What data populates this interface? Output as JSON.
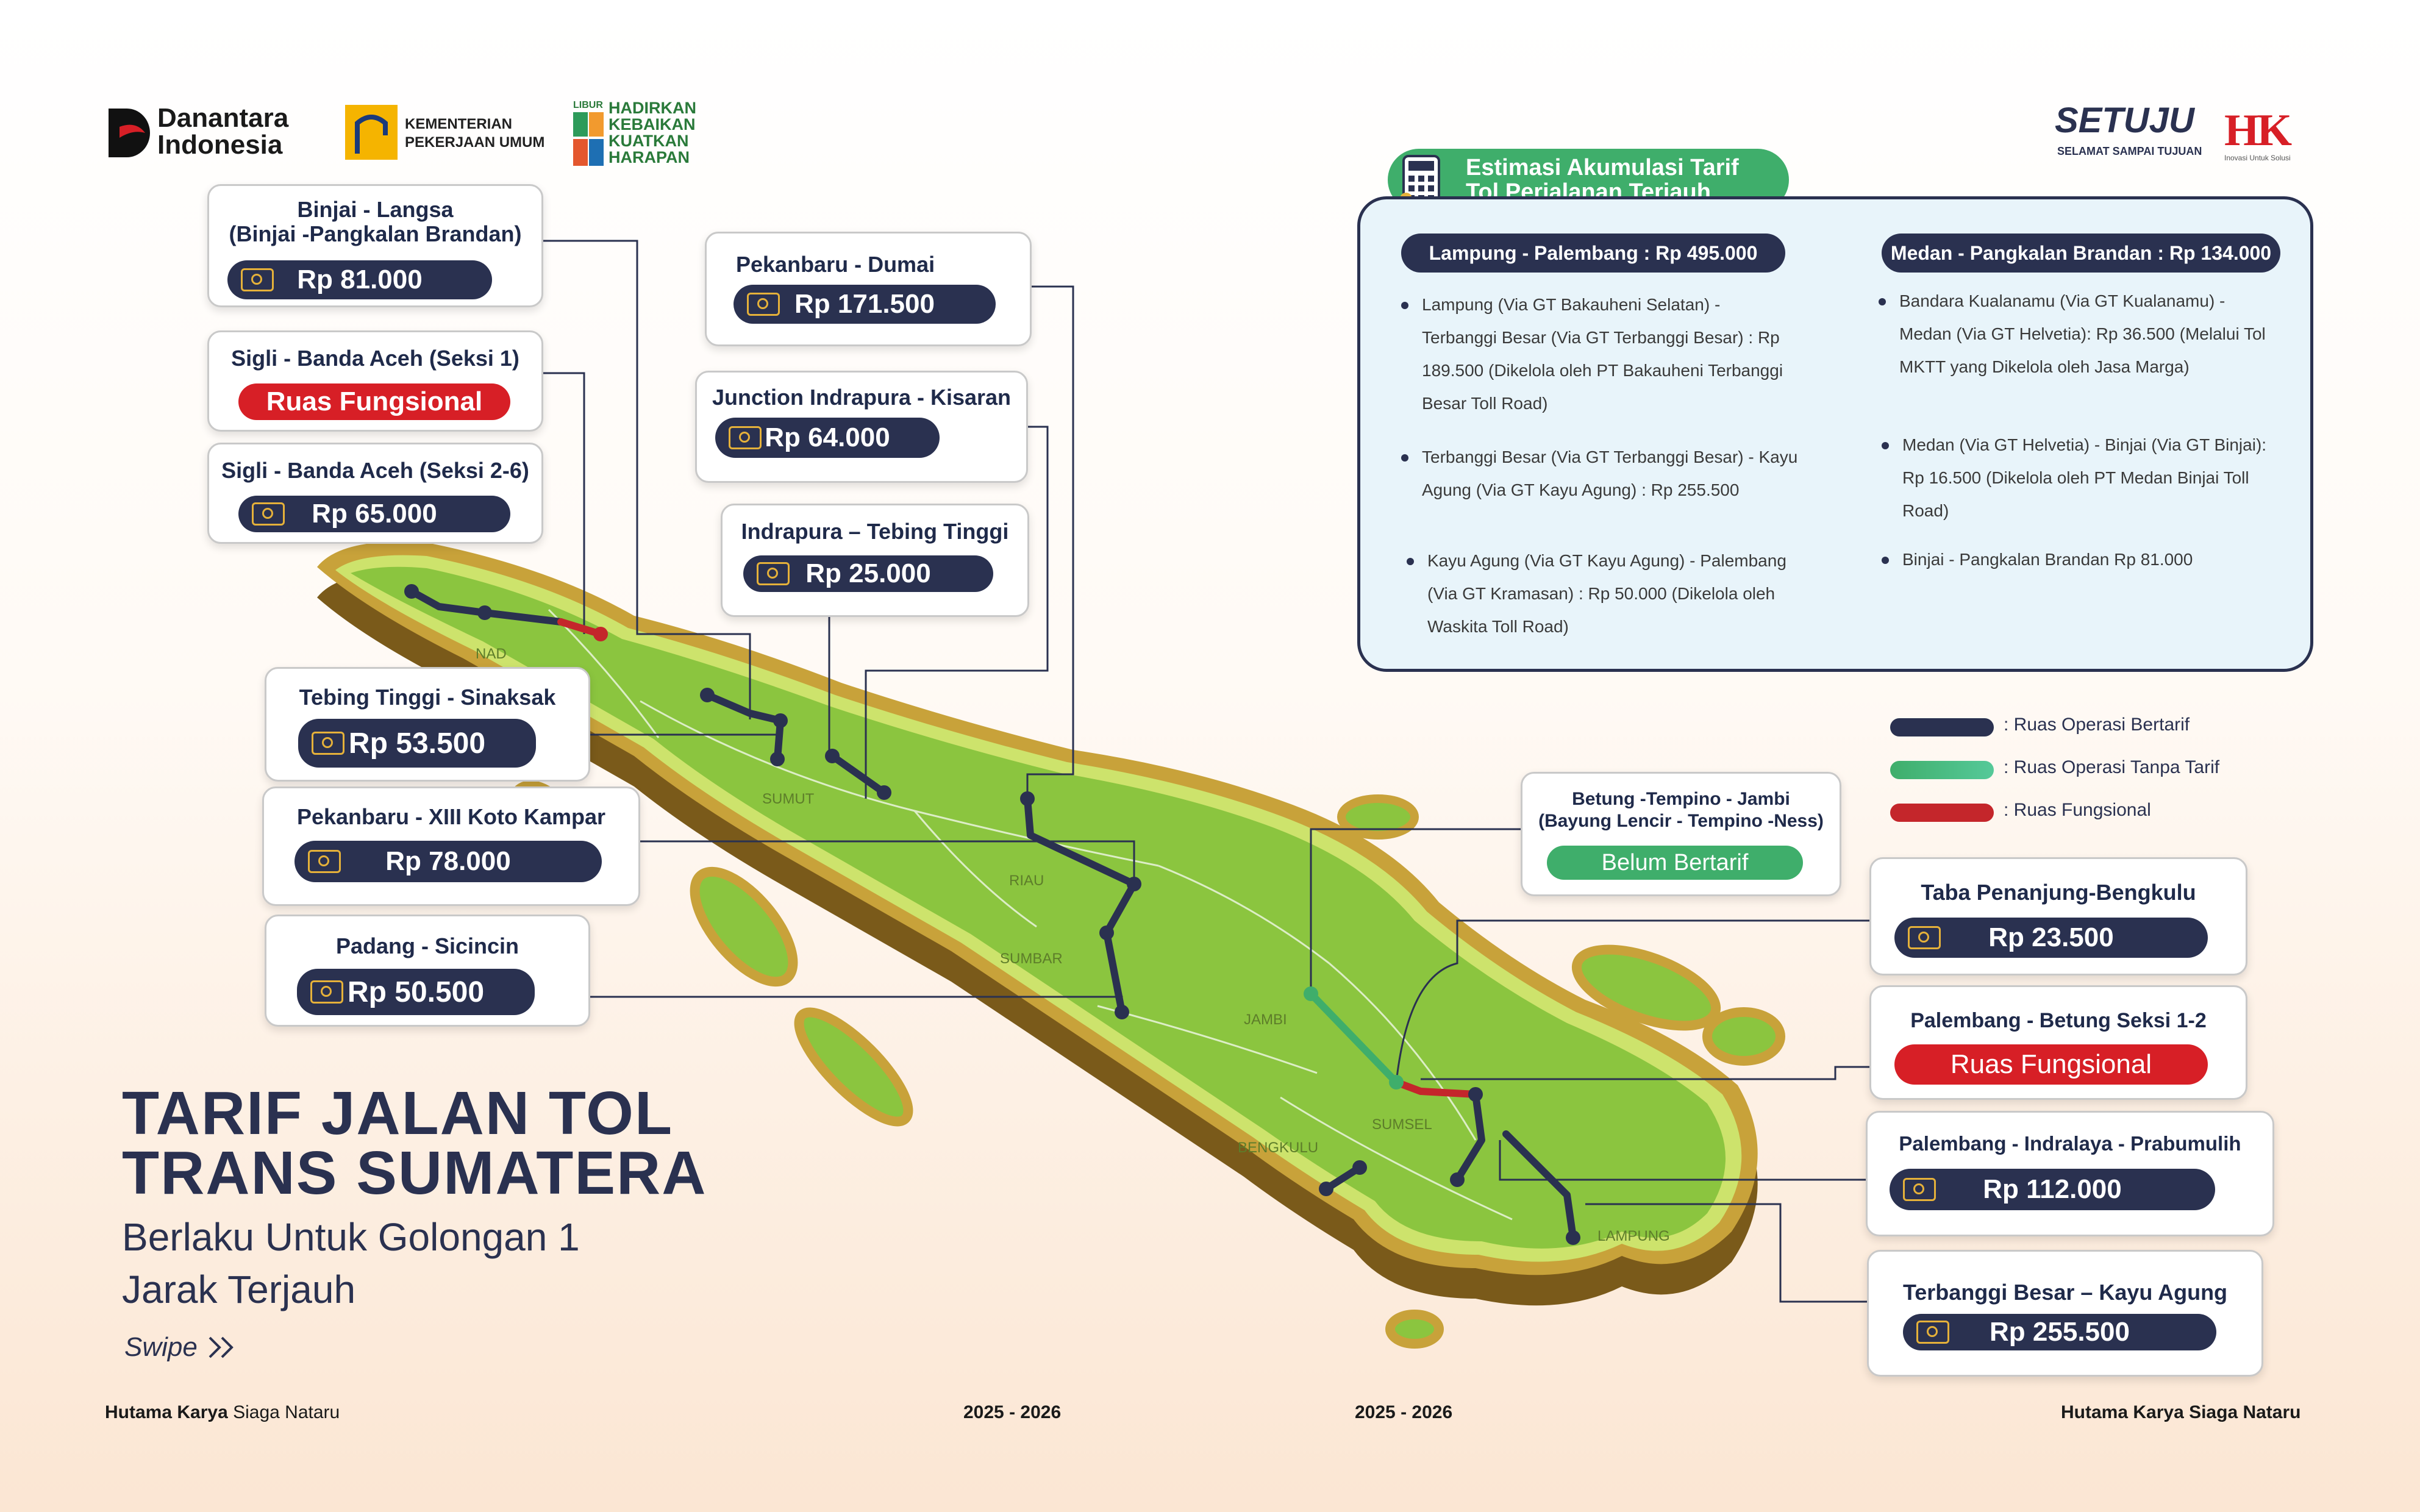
{
  "logos": {
    "danantara_line1": "Danantara",
    "danantara_line2": "Indonesia",
    "kementerian_line1": "KEMENTERIAN",
    "kementerian_line2": "PEKERJAAN UMUM",
    "libur": "LIBUR",
    "hadirkan": "HADIRKAN",
    "kebaikan": "KEBAIKAN",
    "kuatkan": "KUATKAN",
    "harapan": "HARAPAN",
    "setuju": "SETUJU",
    "setuju_tagline": "SELAMAT SAMPAI TUJUAN",
    "hk": "HK",
    "hk_tagline": "Inovasi Untuk Solusi"
  },
  "title": {
    "line1": "TARIF JALAN TOL",
    "line2": "TRANS SUMATERA",
    "sub1": "Berlaku Untuk Golongan 1",
    "sub2": "Jarak Terjauh",
    "swipe": "Swipe",
    "swipe_icon": "double-chevron-right"
  },
  "left_cards": [
    {
      "title": "Binjai -  Langsa",
      "title2": "(Binjai -Pangkalan Brandan)",
      "tariff": "Rp 81.000"
    },
    {
      "title": "Sigli - Banda Aceh (Seksi 1)",
      "tariff": "Ruas Fungsional"
    },
    {
      "title": "Sigli - Banda Aceh (Seksi 2-6)",
      "tariff": "Rp 65.000"
    },
    {
      "title": "Tebing Tinggi - Sinaksak",
      "tariff": "Rp 53.500"
    },
    {
      "title": "Pekanbaru - XIII Koto Kampar",
      "tariff": "Rp 78.000"
    },
    {
      "title": "Padang - Sicincin",
      "tariff": "Rp 50.500"
    }
  ],
  "center_cards": [
    {
      "title": "Pekanbaru - Dumai",
      "tariff": "Rp 171.500"
    },
    {
      "title": "Junction Indrapura - Kisaran",
      "tariff": "Rp 64.000"
    },
    {
      "title": "Indrapura – Tebing Tinggi",
      "tariff": "Rp 25.000"
    },
    {
      "title": "Betung -Tempino - Jambi",
      "title2": "(Bayung Lencir - Tempino -Ness)",
      "tariff": "Belum Bertarif"
    }
  ],
  "right_cards": [
    {
      "title": "Taba Penanjung-Bengkulu",
      "tariff": "Rp 23.500"
    },
    {
      "title": "Palembang - Betung Seksi 1-2",
      "tariff": "Ruas Fungsional"
    },
    {
      "title": "Palembang - Indralaya - Prabumulih",
      "tariff": "Rp 112.000"
    },
    {
      "title": "Terbanggi Besar – Kayu Agung",
      "tariff": "Rp 255.500"
    }
  ],
  "info": {
    "tab_title1": "Estimasi Akumulasi Tarif",
    "tab_title2": "Tol Perjalanan Terjauh",
    "tab_icon": "calculator-icon",
    "left_head": "Lampung - Palembang : Rp 495.000",
    "right_head": "Medan - Pangkalan Brandan : Rp 134.000",
    "left_items": [
      {
        "l1": "Lampung (Via GT Bakauheni Selatan) -",
        "l2": "Terbanggi Besar (Via GT Terbanggi Besar) : Rp",
        "l3": "189.500 (Dikelola oleh PT Bakauheni Terbanggi",
        "l4": "Besar Toll Road)"
      },
      {
        "l1": "Terbanggi Besar (Via GT Terbanggi Besar) - Kayu",
        "l2": "Agung (Via GT Kayu Agung) : Rp 255.500"
      },
      {
        "l1": "Kayu Agung (Via GT Kayu Agung) - Palembang",
        "l2": "(Via GT Kramasan) : Rp 50.000 (Dikelola oleh",
        "l3": "Waskita Toll Road)"
      }
    ],
    "right_items": [
      {
        "l1": "Bandara Kualanamu (Via GT Kualanamu) -",
        "l2": "Medan (Via GT Helvetia): Rp 36.500 (Melalui Tol",
        "l3": "MKTT yang Dikelola oleh Jasa Marga)"
      },
      {
        "l1": "Medan (Via GT Helvetia) - Binjai (Via GT Binjai):",
        "l2": "Rp 16.500 (Dikelola oleh PT Medan Binjai Toll",
        "l3": "Road)"
      },
      {
        "l1": "Binjai - Pangkalan Brandan Rp 81.000"
      }
    ]
  },
  "legend": [
    {
      "label": ": Ruas Operasi Bertarif",
      "color": "#2a3150"
    },
    {
      "label": ": Ruas Operasi Tanpa Tarif",
      "color": "#3fae6b"
    },
    {
      "label": ": Ruas Fungsional",
      "color": "#c4262b"
    }
  ],
  "map_labels": {
    "nad": "NAD",
    "sumut": "SUMUT",
    "riau": "RIAU",
    "sumbar": "SUMBAR",
    "jambi": "JAMBI",
    "bengkulu": "BENGKULU",
    "sumsel": "SUMSEL",
    "lampung": "LAMPUNG"
  },
  "footer": {
    "left_bold": "Hutama Karya",
    "left_rest": " Siaga Nataru",
    "mid1": "2025 - 2026",
    "mid2": "2025 - 2026",
    "right": "Hutama Karya Siaga Nataru"
  },
  "colors": {
    "navy": "#2a3150",
    "green_land": "#8bc53f",
    "red": "#d71f26",
    "teal": "#3fae6b",
    "gold": "#e5b13a"
  }
}
